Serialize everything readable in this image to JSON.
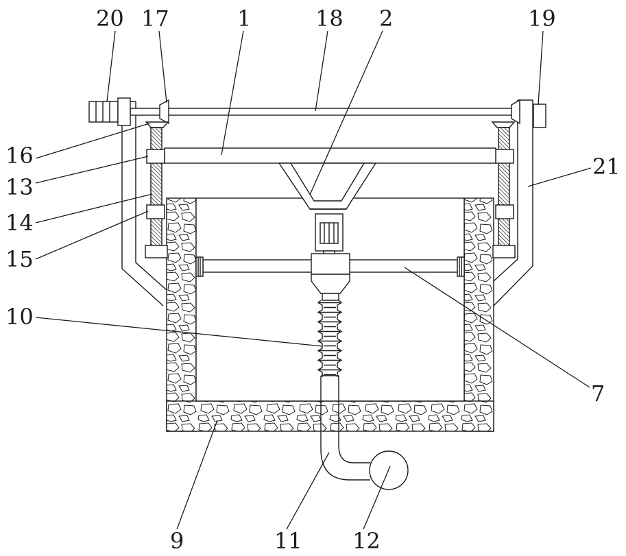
{
  "figure": {
    "labels": [
      {
        "id": "20",
        "text": "20"
      },
      {
        "id": "17",
        "text": "17"
      },
      {
        "id": "1",
        "text": "1"
      },
      {
        "id": "18",
        "text": "18"
      },
      {
        "id": "2",
        "text": "2"
      },
      {
        "id": "19",
        "text": "19"
      },
      {
        "id": "16",
        "text": "16"
      },
      {
        "id": "13",
        "text": "13"
      },
      {
        "id": "21",
        "text": "21"
      },
      {
        "id": "14",
        "text": "14"
      },
      {
        "id": "15",
        "text": "15"
      },
      {
        "id": "10",
        "text": "10"
      },
      {
        "id": "7",
        "text": "7"
      },
      {
        "id": "9",
        "text": "9"
      },
      {
        "id": "11",
        "text": "11"
      },
      {
        "id": "12",
        "text": "12"
      }
    ]
  },
  "colors": {
    "line": "#1a1a1a",
    "background": "#ffffff"
  }
}
